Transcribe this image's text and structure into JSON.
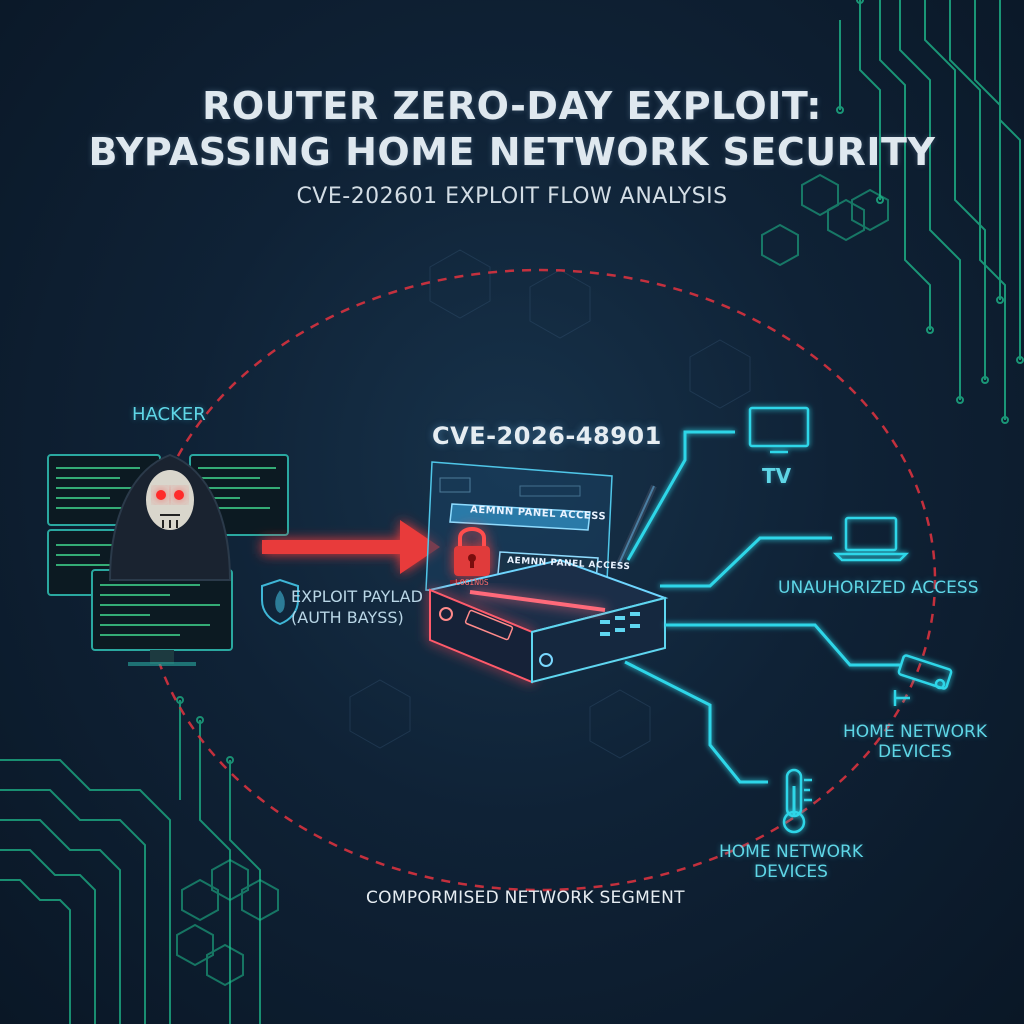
{
  "header": {
    "title_line1": "ROUTER ZERO-DAY EXPLOIT:",
    "title_line2": "BYPASSING HOME NETWORK SECURITY",
    "subtitle": "CVE-202601 EXPLOIT FLOW ANALYSIS"
  },
  "attacker": {
    "label": "HACKER"
  },
  "payload": {
    "line1": "EXPLOIT PAYLAD",
    "line2": "(AUTH BAYSS)"
  },
  "router": {
    "cve_id": "CVE-2026-48901",
    "panel_header": "AEMNN PANEL ACCESS",
    "panel_field": "AEMNN PANEL ACCESS",
    "lock_caption": "LOGINOS"
  },
  "devices": {
    "tv": "TV",
    "laptop": "UNAUHORIZED ACCESS",
    "camera_line1": "HOME NETWORK",
    "camera_line2": "DEVICES",
    "thermostat_line1": "HOME NETWORK",
    "thermostat_line2": "DEVICES"
  },
  "segment": {
    "label": "COMPORMISED NETWORK SEGMENT"
  },
  "colors": {
    "accent_cyan": "#2fd6e8",
    "attack_red": "#e83a3a",
    "circuit_green": "#1fbf8f",
    "background": "#0f2236"
  }
}
